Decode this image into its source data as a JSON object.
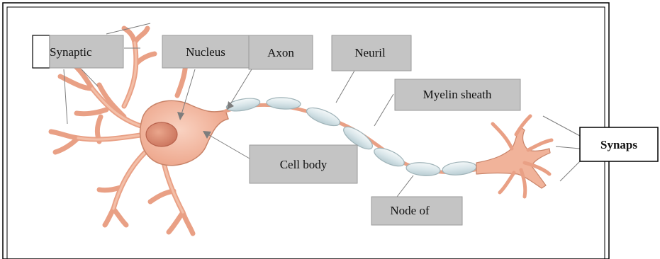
{
  "labels": {
    "synaptic": "Synaptic",
    "nucleus": "Nucleus",
    "axon": "Axon",
    "neuril": "Neuril",
    "myelin_sheath": "Myelin sheath",
    "cell_body": "Cell body",
    "node_of": "Node of",
    "synaps": "Synaps"
  },
  "colors": {
    "label_box": "#c4c4c4",
    "label_box_border": "#9a9a9a",
    "neuron_fill": "#f1b39a",
    "neuron_stroke": "#c98469",
    "soma_fill": "#f4bba3",
    "nucleus_fill": "#dd8d74",
    "myelin_fill": "#e6eef0",
    "myelin_stroke": "#9fb3b8",
    "pointer_line": "#8a8a8a",
    "frame": "#000000"
  }
}
